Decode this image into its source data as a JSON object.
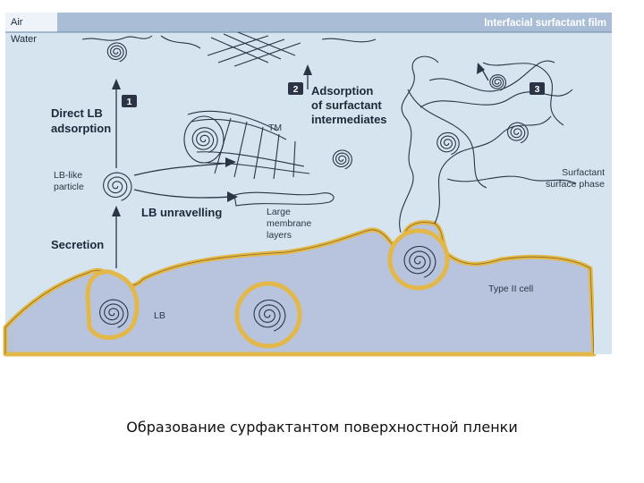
{
  "figure": {
    "header_left_top": "Air",
    "header_left_bottom": "Water",
    "header_right": "Interfacial surfactant film",
    "steps": [
      {
        "number": "1",
        "text": [
          "Direct LB",
          "adsorption"
        ]
      },
      {
        "number": "2",
        "text": [
          "Adsorption",
          "of surfactant",
          "intermediates"
        ]
      },
      {
        "number": "3",
        "text": []
      }
    ],
    "labels": {
      "tm": "TM",
      "lb_like": [
        "LB-like",
        "particle"
      ],
      "lb_unravelling": "LB unravelling",
      "large_membrane": [
        "Large",
        "membrane",
        "layers"
      ],
      "secretion": "Secretion",
      "lb": "LB",
      "surfactant_surface_phase": [
        "Surfactant",
        "surface phase"
      ],
      "type_ii_cell": "Type II cell"
    },
    "colors": {
      "water": "#d6e4f0",
      "air_band": "#e9f0f7",
      "header_bar": "#9db4cf",
      "cell": "#b7c3dc",
      "membrane": "#e3b84a",
      "lines": "#2b3445",
      "badge": "#2b3445"
    }
  },
  "caption": "Образование сурфактантом поверхностной пленки"
}
